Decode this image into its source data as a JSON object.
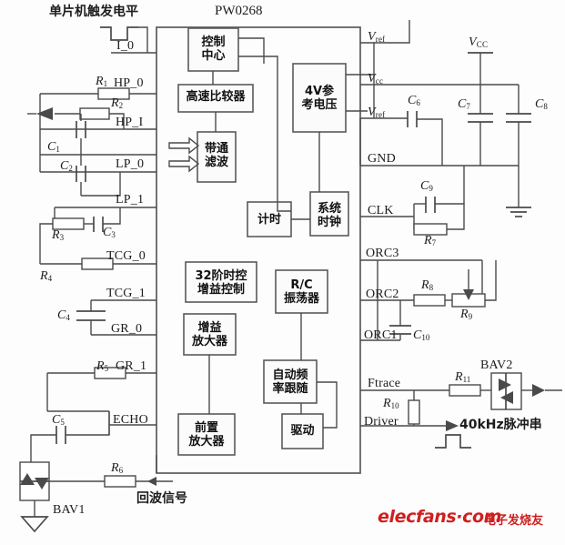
{
  "diagram": {
    "chip_name": "PW0268",
    "trigger_label": "单片机触发电平",
    "echo_label": "回波信号",
    "output_label": "40kHz脉冲串",
    "bav1": "BAV1",
    "bav2": "BAV2"
  },
  "blocks": [
    {
      "id": "control_center",
      "line1": "控制",
      "line2": "中心"
    },
    {
      "id": "high_speed_comparator",
      "line1": "高速比较器",
      "line2": ""
    },
    {
      "id": "bandpass_filter",
      "line1": "带通",
      "line2": "滤波"
    },
    {
      "id": "ref_voltage",
      "line1": "4V参",
      "line2": "考电压"
    },
    {
      "id": "timing",
      "line1": "计时",
      "line2": ""
    },
    {
      "id": "system_clock",
      "line1": "系统",
      "line2": "时钟"
    },
    {
      "id": "tcg_32_step",
      "line1": "32阶时控",
      "line2": "增益控制"
    },
    {
      "id": "rc_oscillator",
      "line1": "R/C",
      "line2": "振荡器"
    },
    {
      "id": "gain_amplifier",
      "line1": "增益",
      "line2": "放大器"
    },
    {
      "id": "auto_freq_tracking",
      "line1": "自动频",
      "line2": "率跟随"
    },
    {
      "id": "preamplifier",
      "line1": "前置",
      "line2": "放大器"
    },
    {
      "id": "driver",
      "line1": "驱动",
      "line2": ""
    }
  ],
  "pins_left": [
    {
      "id": "i_0",
      "label": "I_0"
    },
    {
      "id": "hp_0",
      "label": "HP_0"
    },
    {
      "id": "hp_i",
      "label": "HP_I"
    },
    {
      "id": "lp_0",
      "label": "LP_0"
    },
    {
      "id": "lp_1",
      "label": "LP_1"
    },
    {
      "id": "tcg_0",
      "label": "TCG_0"
    },
    {
      "id": "tcg_1",
      "label": "TCG_1"
    },
    {
      "id": "gr_0",
      "label": "GR_0"
    },
    {
      "id": "gr_1",
      "label": "GR_1"
    },
    {
      "id": "echo",
      "label": "ECHO"
    }
  ],
  "pins_right": [
    {
      "id": "vref_top",
      "label": "V",
      "sub": "ref"
    },
    {
      "id": "vcc",
      "label": "V",
      "sub": "cc"
    },
    {
      "id": "vref_mid",
      "label": "V",
      "sub": "ref"
    },
    {
      "id": "gnd",
      "label": "GND",
      "sub": ""
    },
    {
      "id": "clk",
      "label": "CLK",
      "sub": ""
    },
    {
      "id": "orc3",
      "label": "ORC3",
      "sub": ""
    },
    {
      "id": "orc2",
      "label": "ORC2",
      "sub": ""
    },
    {
      "id": "orc1",
      "label": "ORC1",
      "sub": ""
    },
    {
      "id": "ftrace",
      "label": "Ftrace",
      "sub": ""
    },
    {
      "id": "driver_pin",
      "label": "Driver",
      "sub": ""
    }
  ],
  "components": [
    {
      "id": "r1",
      "letter": "R",
      "sub": "1"
    },
    {
      "id": "r2",
      "letter": "R",
      "sub": "2"
    },
    {
      "id": "r3",
      "letter": "R",
      "sub": "3"
    },
    {
      "id": "r4",
      "letter": "R",
      "sub": "4"
    },
    {
      "id": "r5",
      "letter": "R",
      "sub": "5"
    },
    {
      "id": "r6",
      "letter": "R",
      "sub": "6"
    },
    {
      "id": "r7",
      "letter": "R",
      "sub": "7"
    },
    {
      "id": "r8",
      "letter": "R",
      "sub": "8"
    },
    {
      "id": "r9",
      "letter": "R",
      "sub": "9"
    },
    {
      "id": "r10",
      "letter": "R",
      "sub": "10"
    },
    {
      "id": "r11",
      "letter": "R",
      "sub": "11"
    },
    {
      "id": "c1",
      "letter": "C",
      "sub": "1"
    },
    {
      "id": "c2",
      "letter": "C",
      "sub": "2"
    },
    {
      "id": "c3",
      "letter": "C",
      "sub": "3"
    },
    {
      "id": "c4",
      "letter": "C",
      "sub": "4"
    },
    {
      "id": "c5",
      "letter": "C",
      "sub": "5"
    },
    {
      "id": "c6",
      "letter": "C",
      "sub": "6"
    },
    {
      "id": "c7",
      "letter": "C",
      "sub": "7"
    },
    {
      "id": "c8",
      "letter": "C",
      "sub": "8"
    },
    {
      "id": "c9",
      "letter": "C",
      "sub": "9"
    },
    {
      "id": "c10",
      "letter": "C",
      "sub": "10"
    }
  ],
  "supply": {
    "label": "V",
    "sub": "CC"
  },
  "watermark": {
    "main": "elecfans·com",
    "sub": "电子发烧友",
    "color": "#cf1f1f"
  }
}
